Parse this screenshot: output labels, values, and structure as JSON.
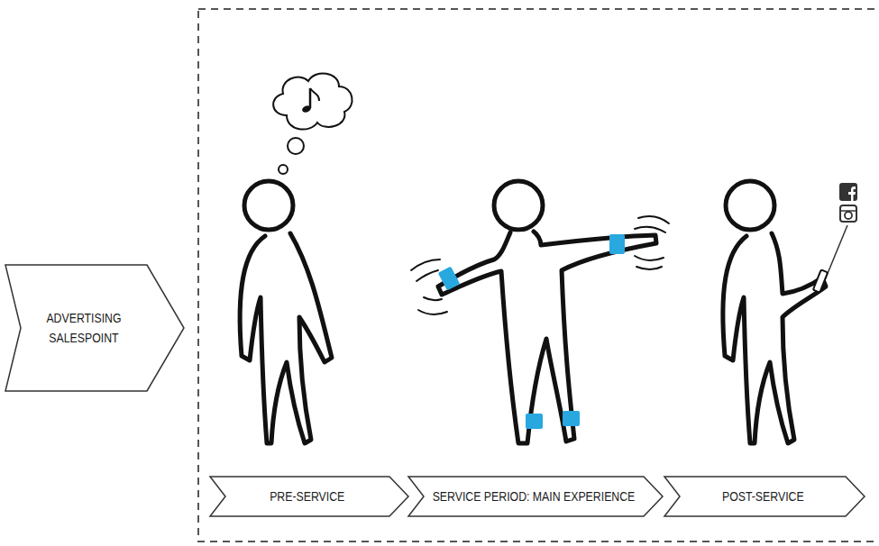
{
  "diagram": {
    "nodes": [
      {
        "text": [
          "ADVERTISING SALESPOINT"
        ]
      },
      {
        "text": [
          "PRE-SERVICE"
        ]
      },
      {
        "text": [
          "SERVICE PERIOD: MAIN EXPERIENCE"
        ]
      },
      {
        "text": [
          "POST-SERVICE"
        ]
      }
    ]
  }
}
